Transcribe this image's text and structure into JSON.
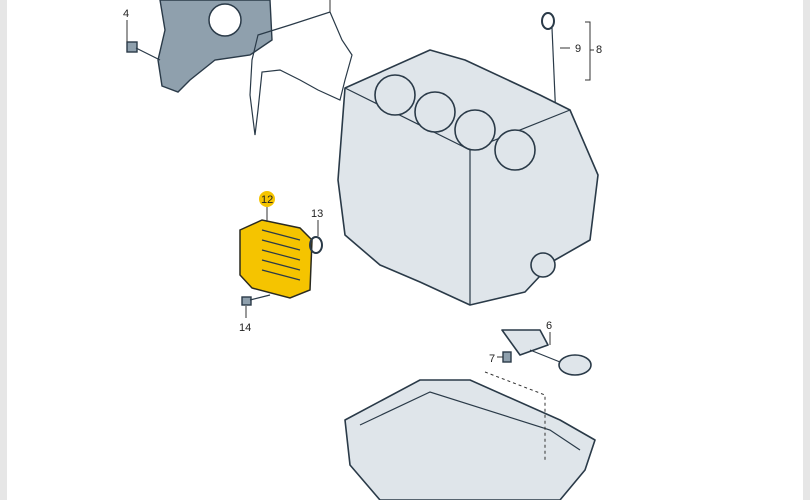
{
  "diagram": {
    "title": "Engine block exploded parts diagram",
    "highlight_color": "#f5c400",
    "callouts": [
      {
        "id": "4",
        "label": "4"
      },
      {
        "id": "9",
        "label": "9"
      },
      {
        "id": "8",
        "label": "8"
      },
      {
        "id": "12",
        "label": "12"
      },
      {
        "id": "13",
        "label": "13"
      },
      {
        "id": "14",
        "label": "14"
      },
      {
        "id": "6",
        "label": "6"
      },
      {
        "id": "7",
        "label": "7"
      }
    ]
  }
}
